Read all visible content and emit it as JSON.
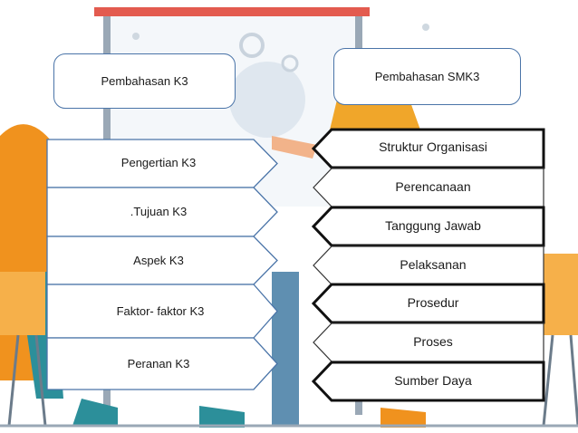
{
  "headers": {
    "left": "Pembahasan K3",
    "right": "Pembahasan SMK3"
  },
  "left_items": [
    "Pengertian K3",
    ".Tujuan K3",
    "Aspek K3",
    "Faktor- faktor  K3",
    "Peranan K3"
  ],
  "right_items": [
    "Struktur Organisasi",
    "Perencanaan",
    "Tanggung Jawab",
    "Pelaksanan",
    "Prosedur",
    "Proses",
    "Sumber Daya"
  ],
  "colors": {
    "header_border": "#4a74a8",
    "left_arrow_border": "#4a74a8",
    "right_bold_border": "#111111",
    "right_thin_border": "#333333",
    "illustration_orange": "#f0921e",
    "illustration_teal": "#2c8f9a",
    "illustration_grey": "#8fa3b5"
  }
}
